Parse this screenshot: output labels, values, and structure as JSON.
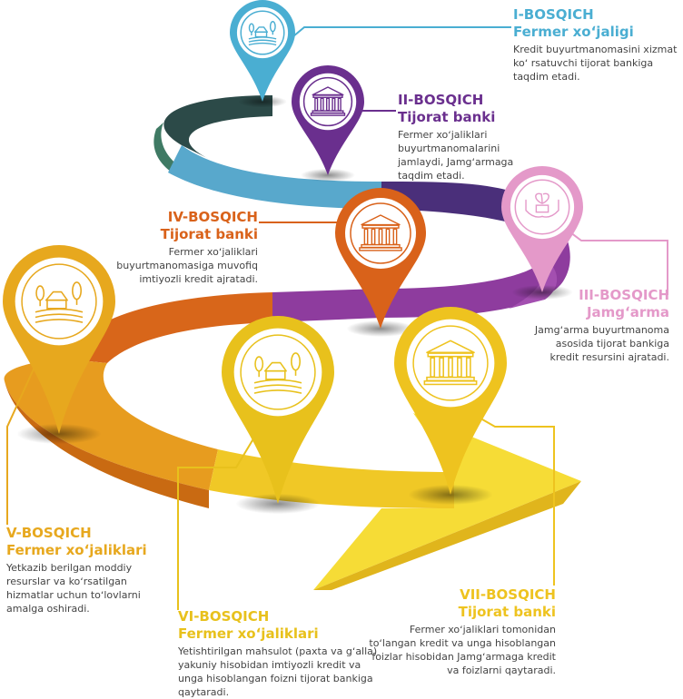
{
  "colors": {
    "stage1": "#4aaed2",
    "stage2": "#6a2f8e",
    "stage3": "#e499c9",
    "stage4": "#d9621a",
    "stage5": "#e7a81e",
    "stage6": "#e8c11c",
    "stage7": "#eec31f",
    "road_dark": "#2c4a48",
    "road_green": "#3f7a64",
    "road_blue": "#58a8cc",
    "road_indigo": "#4a2f7a",
    "road_purple": "#8e3c9e",
    "road_orange": "#d8661a",
    "road_amber": "#e79c1f",
    "road_yellow": "#f0c826",
    "road_light": "#f6dc36"
  },
  "stages": [
    {
      "id": "stage-1",
      "heading": "I-BOSQICH",
      "subheading": "Fermer xoʻjaligi",
      "description": "Kredit buyurtmanomasini xizmat koʻ rsatuvchi tijorat bankiga taqdim etadi.",
      "icon": "farm-icon"
    },
    {
      "id": "stage-2",
      "heading": "II-BOSQICH",
      "subheading": "Tijorat banki",
      "description": "Fermer xoʻjaliklari buyurtmanomalarini jamlaydi, Jamgʻarmaga taqdim etadi.",
      "icon": "bank-icon"
    },
    {
      "id": "stage-3",
      "heading": "III-BOSQICH",
      "subheading": "Jamgʻarma",
      "description": "Jamgʻarma buyurtmanoma asosida tijorat bankiga kredit resursini ajratadi.",
      "icon": "sprout-hands-icon"
    },
    {
      "id": "stage-4",
      "heading": "IV-BOSQICH",
      "subheading": "Tijorat banki",
      "description": "Fermer xoʻjaliklari buyurtmanomasiga muvofiq imtiyozli kredit ajratadi.",
      "icon": "bank-icon"
    },
    {
      "id": "stage-5",
      "heading": "V-BOSQICH",
      "subheading": "Fermer xoʻjaliklari",
      "description": "Yetkazib berilgan moddiy resurslar va koʻrsatilgan hizmatlar uchun toʻlovlarni amalga oshiradi.",
      "icon": "farm-icon"
    },
    {
      "id": "stage-6",
      "heading": "VI-BOSQICH",
      "subheading": "Fermer xoʻjaliklari",
      "description": "Yetishtirilgan mahsulot (paxta va gʻalla) yakuniy hisobidan imtiyozli kredit va unga hisoblangan foizni tijorat bankiga qaytaradi.",
      "icon": "farm-icon"
    },
    {
      "id": "stage-7",
      "heading": "VII-BOSQICH",
      "subheading": "Tijorat banki",
      "description": "Fermer xoʻjaliklari tomonidan toʻlangan kredit va unga hisoblangan foizlar hisobidan Jamgʻarmaga kredit va foizlarni qaytaradi.",
      "icon": "bank-icon"
    }
  ]
}
